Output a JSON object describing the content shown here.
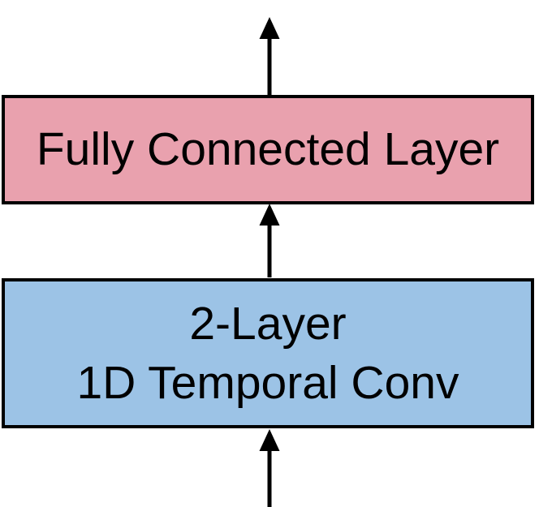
{
  "diagram": {
    "background": "#FFFFFF",
    "arrow_color": "#000000",
    "nodes": [
      {
        "id": "fully-connected-layer",
        "label": "Fully Connected Layer",
        "fill": "#E9A1AE",
        "border": "#000000"
      },
      {
        "id": "two-layer-1d-temporal-conv",
        "label_lines": [
          "2-Layer",
          "1D Temporal Conv"
        ],
        "fill": "#9CC3E6",
        "border": "#000000"
      }
    ],
    "arrows": [
      {
        "id": "output-arrow",
        "direction": "up",
        "from": "fully-connected-layer",
        "to": "top-edge"
      },
      {
        "id": "inter-layer-arrow",
        "direction": "up",
        "from": "two-layer-1d-temporal-conv",
        "to": "fully-connected-layer"
      },
      {
        "id": "input-arrow",
        "direction": "up",
        "from": "bottom-edge",
        "to": "two-layer-1d-temporal-conv"
      }
    ]
  }
}
